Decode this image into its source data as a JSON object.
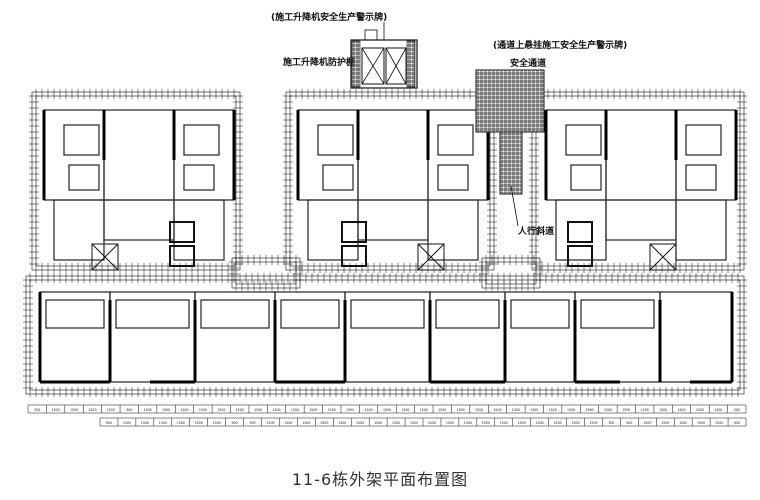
{
  "annotations": {
    "hoist_warning_sign": "(施工升降机安全生产警示牌)",
    "hoist_shed": "施工升降机防护棚",
    "passage_warning_sign": "(通道上悬挂施工安全生产警示牌)",
    "safe_passage": "安全通道",
    "ramp": "人行斜道"
  },
  "caption": "11-6栋外架平面布置图",
  "dimension_labels": {
    "row1": [
      "300",
      "1500",
      "1500",
      "1500",
      "1500",
      "300",
      "1500",
      "1500",
      "1500",
      "1500",
      "1500",
      "1500",
      "1500",
      "1500",
      "1500",
      "1500",
      "1500",
      "1500",
      "1500",
      "1500",
      "1500",
      "1500",
      "1500",
      "1500",
      "1500",
      "1500",
      "1500",
      "1500",
      "1500",
      "1500",
      "1500",
      "1500",
      "1500",
      "1500",
      "1500",
      "1500",
      "1500",
      "1500",
      "300"
    ],
    "row2": [
      "900",
      "1500",
      "1500",
      "1500",
      "1500",
      "1500",
      "1500",
      "900",
      "300",
      "1500",
      "1500",
      "1500",
      "1500",
      "1500",
      "1500",
      "1500",
      "1500",
      "1500",
      "1500",
      "1500",
      "1500",
      "1500",
      "1500",
      "1500",
      "1500",
      "1500",
      "1500",
      "1500",
      "300",
      "900",
      "1500",
      "1500",
      "1500",
      "1500",
      "1500",
      "900"
    ]
  }
}
